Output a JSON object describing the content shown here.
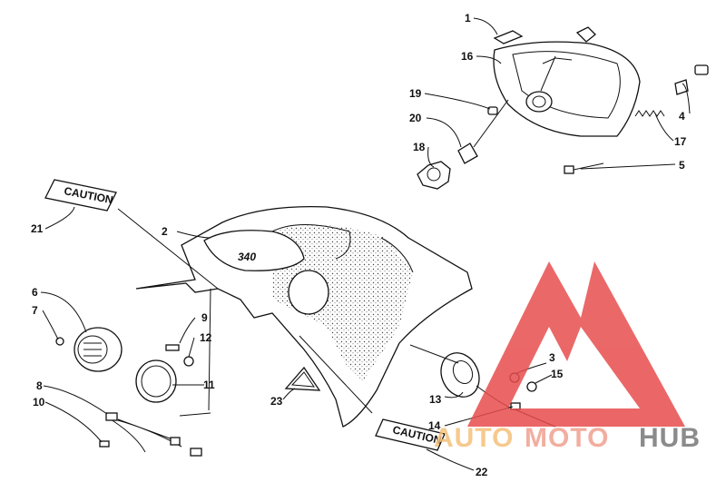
{
  "diagram": {
    "callouts": [
      "1",
      "2",
      "3",
      "4",
      "5",
      "6",
      "7",
      "8",
      "9",
      "10",
      "11",
      "12",
      "13",
      "14",
      "15",
      "16",
      "17",
      "18",
      "19",
      "20",
      "21",
      "22",
      "23"
    ],
    "decals": {
      "caution_left": "CAUTION",
      "caution_right": "CAUTION",
      "hood_badge": "340"
    }
  },
  "watermark": {
    "text_auto": "AUTO",
    "text_moto": "MOTO",
    "text_hub": "HUB",
    "colors": {
      "triangle": "#e84d4d",
      "auto": "#f5c07a",
      "moto": "#f0a090",
      "hub": "#777777"
    }
  }
}
